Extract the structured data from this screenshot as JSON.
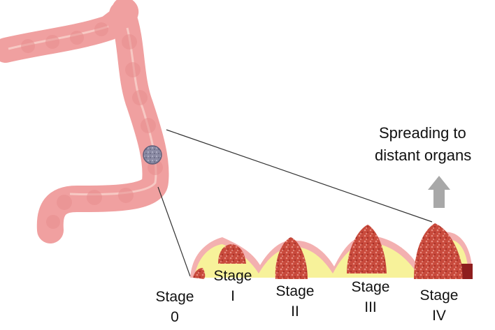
{
  "annotation": {
    "line1": "Spreading to",
    "line2": "distant organs"
  },
  "stages": [
    {
      "word": "Stage",
      "numeral": "0"
    },
    {
      "word": "Stage",
      "numeral": "I"
    },
    {
      "word": "Stage",
      "numeral": "II"
    },
    {
      "word": "Stage",
      "numeral": "III"
    },
    {
      "word": "Stage",
      "numeral": "IV"
    }
  ],
  "colors": {
    "colon": "#f0a0a0",
    "colon_dark": "#d98080",
    "mucosa": "#f7f29a",
    "tumor": "#c0392b",
    "tumor_dark": "#8e1e1e",
    "polyp_lesion": "#7f7f9a",
    "arrow": "#a8a8a8",
    "line": "#333333"
  },
  "icons": {
    "arrow": "arrow-up-icon",
    "lesion": "tumor-lesion-icon"
  }
}
